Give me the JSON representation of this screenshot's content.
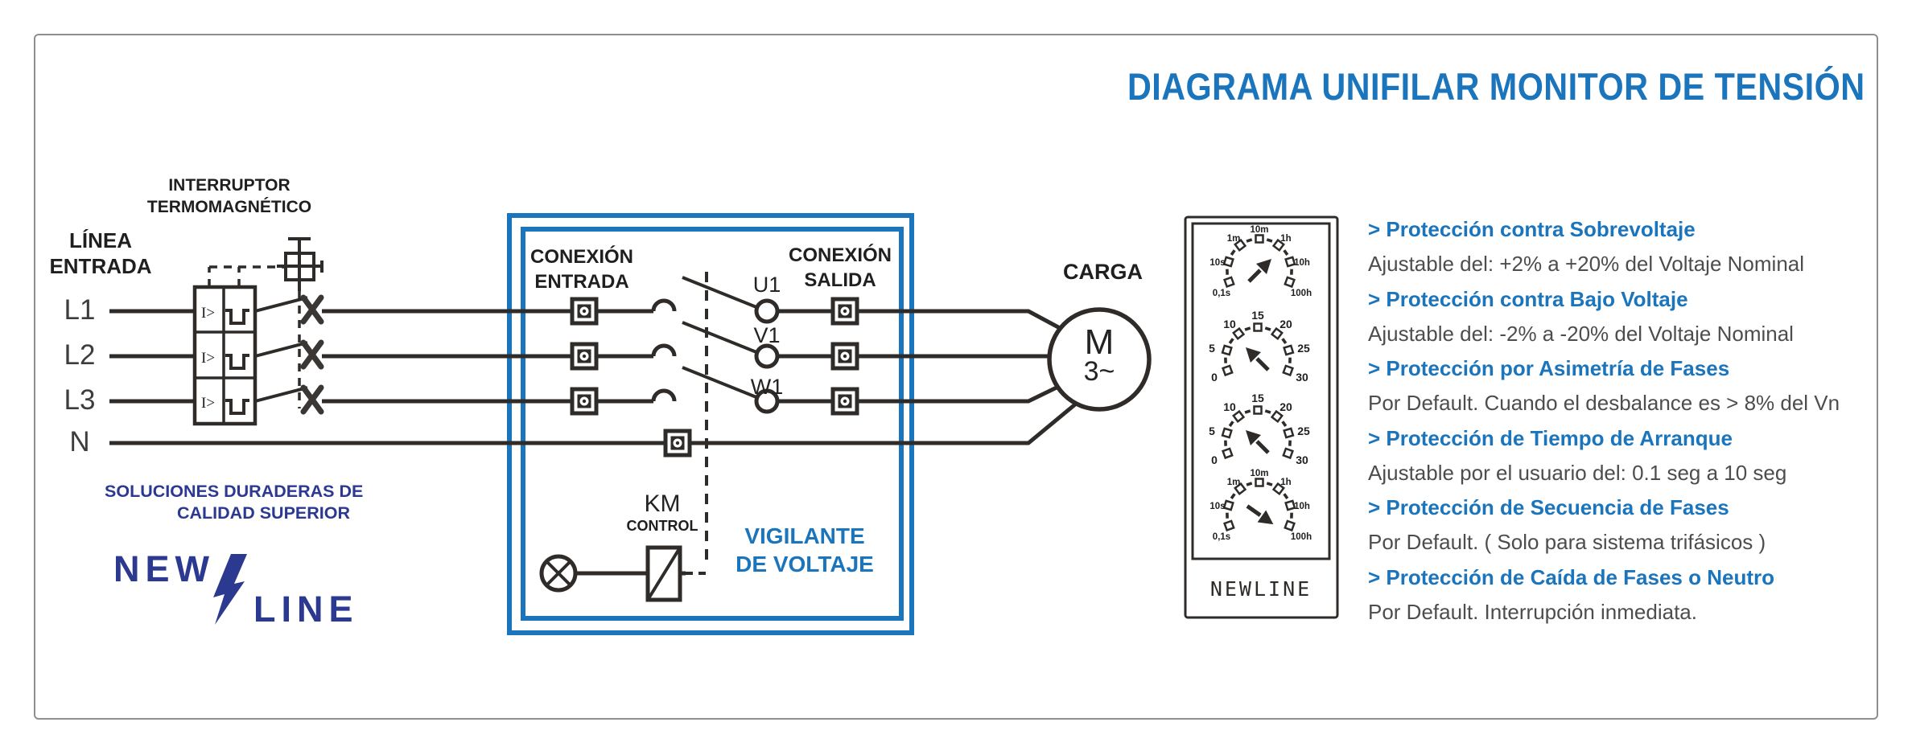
{
  "title": "DIAGRAMA UNIFILAR MONITOR DE TENSIÓN",
  "colors": {
    "accent_blue": "#1B75BC",
    "navy": "#2B3990",
    "line_ink": "#2e2b28",
    "body_gray": "#4d4d4f"
  },
  "left_section": {
    "breaker_label_line1": "INTERRUPTOR",
    "breaker_label_line2": "TERMOMAGNÉTICO",
    "input_label_line1": "LÍNEA",
    "input_label_line2": "ENTRADA",
    "phases": [
      "L1",
      "L2",
      "L3",
      "N"
    ],
    "breaker_pole_symbol": "I>"
  },
  "monitor_box": {
    "input_label_line1": "CONEXIÓN",
    "input_label_line2": "ENTRADA",
    "output_label_line1": "CONEXIÓN",
    "output_label_line2": "SALIDA",
    "output_terminals": [
      "U1",
      "V1",
      "W1"
    ],
    "contactor_label": "KM",
    "control_label": "CONTROL",
    "device_name_line1": "VIGILANTE",
    "device_name_line2": "DE VOLTAJE"
  },
  "load": {
    "label": "CARGA",
    "motor_letter": "M",
    "motor_phases": "3~"
  },
  "device_panel": {
    "brand": "NEWLINE",
    "dials": [
      {
        "labels": [
          "0,1s",
          "10s",
          "1m",
          "10m",
          "1h",
          "10h",
          "100h"
        ]
      },
      {
        "labels": [
          "0",
          "5",
          "10",
          "15",
          "20",
          "25",
          "30"
        ]
      },
      {
        "labels": [
          "0",
          "5",
          "10",
          "15",
          "20",
          "25",
          "30"
        ]
      },
      {
        "labels": [
          "0,1s",
          "10s",
          "1m",
          "10m",
          "1h",
          "10h",
          "100h"
        ]
      }
    ]
  },
  "protections": {
    "items": [
      {
        "title": "> Protección contra Sobrevoltaje",
        "description": "Ajustable del: +2% a +20% del Voltaje Nominal"
      },
      {
        "title": "> Protección contra Bajo Voltaje",
        "description": "Ajustable del: -2% a -20% del Voltaje Nominal"
      },
      {
        "title": "> Protección por Asimetría de Fases",
        "description": "Por Default. Cuando el desbalance es > 8% del Vn"
      },
      {
        "title": "> Protección de Tiempo de Arranque",
        "description": "Ajustable por el usuario del: 0.1 seg a 10 seg"
      },
      {
        "title": "> Protección de Secuencia de Fases",
        "description": "Por Default. ( Solo para sistema trifásicos )"
      },
      {
        "title": "> Protección de Caída de Fases o Neutro",
        "description": "Por Default. Interrupción inmediata."
      }
    ]
  },
  "logo": {
    "tagline_line1": "SOLUCIONES DURADERAS DE",
    "tagline_line2": "CALIDAD SUPERIOR",
    "name_first": "NEW",
    "name_second": "LINE"
  }
}
